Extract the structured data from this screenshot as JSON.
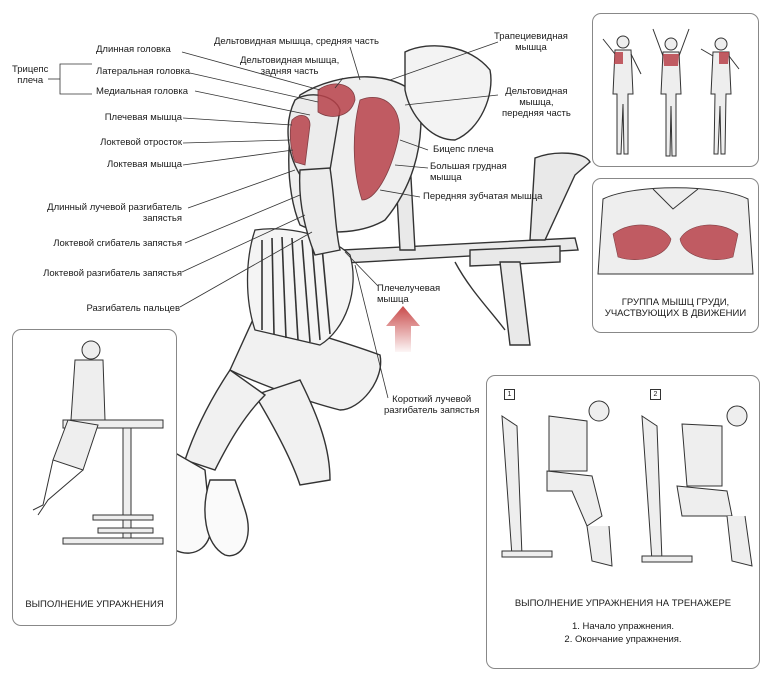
{
  "labels": {
    "triceps_group": "Трицепс\nплеча",
    "triceps_long": "Длинная головка",
    "triceps_lateral": "Латеральная головка",
    "triceps_medial": "Медиальная головка",
    "brachialis": "Плечевая мышца",
    "olecranon": "Локтевой отросток",
    "anconeus": "Локтевая мышца",
    "ext_carpi_radialis_longus": "Длинный лучевой разгибатель\nзапястья",
    "flexor_carpi_ulnaris": "Локтевой сгибатель запястья",
    "ext_carpi_ulnaris": "Локтевой разгибатель запястья",
    "ext_digitorum": "Разгибатель пальцев",
    "deltoid_middle": "Дельтовидная мышца, средняя часть",
    "deltoid_posterior": "Дельтовидная мышца,\nзадняя часть",
    "trapezius": "Трапециевидная\nмышца",
    "deltoid_anterior": "Дельтовидная\nмышца,\nпередняя часть",
    "biceps": "Бицепс плеча",
    "pectoralis_major": "Большая грудная\nмышца",
    "serratus_anterior": "Передняя зубчатая мышца",
    "brachioradialis": "Плечелучевая\nмышца",
    "ext_carpi_radialis_brevis": "Короткий лучевой\nразгибатель запястья"
  },
  "captions": {
    "chest_group": "ГРУППА МЫШЦ ГРУДИ,\nУЧАСТВУЮЩИХ В ДВИЖЕНИИ",
    "exercise": "ВЫПОЛНЕНИЕ УПРАЖНЕНИЯ",
    "machine": "ВЫПОЛНЕНИЕ УПРАЖНЕНИЯ НА ТРЕНАЖЕРЕ",
    "step_start": "1. Начало  упражнения.",
    "step_end": "2. Окончание упражнения.",
    "step1_num": "1",
    "step2_num": "2"
  },
  "colors": {
    "muscle_red": "#b8424a",
    "arrow_red": "#c94a4a",
    "line": "#333333",
    "panel_border": "#888888"
  }
}
